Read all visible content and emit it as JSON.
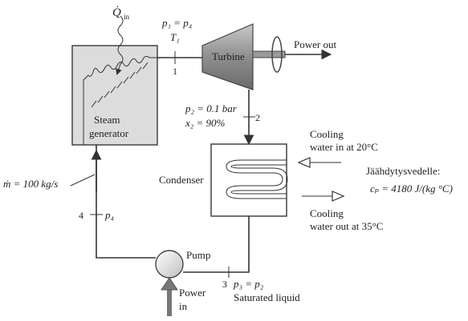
{
  "heat": {
    "symbol": "Q̇",
    "sub": "in"
  },
  "state1": {
    "line1": "p₁ = p₄",
    "line2": "T₁",
    "num": "1"
  },
  "turbine": {
    "label": "Turbine"
  },
  "power_out": {
    "label": "Power out"
  },
  "steam_generator": {
    "line1": "Steam",
    "line2": "generator"
  },
  "state2": {
    "line1": "p₂ = 0.1 bar",
    "line2": "x₂ = 90%",
    "num": "2"
  },
  "cooling_in": {
    "line1": "Cooling",
    "line2": "water in at 20°C"
  },
  "cooling_out": {
    "line1": "Cooling",
    "line2": "water out at 35°C"
  },
  "condenser": {
    "label": "Condenser"
  },
  "cooling_water_note": {
    "line1": "Jäähdytysvedelle:",
    "line2": "cₚ = 4180 J/(kg °C)"
  },
  "mass_flow": {
    "label": "ṁ = 100 kg/s"
  },
  "state4": {
    "num": "4",
    "label": "p₄"
  },
  "pump": {
    "label": "Pump"
  },
  "state3": {
    "num": "3",
    "line1": "p₃ = p₂",
    "line2": "Saturated liquid"
  },
  "power_in": {
    "line1": "Power",
    "line2": "in"
  }
}
